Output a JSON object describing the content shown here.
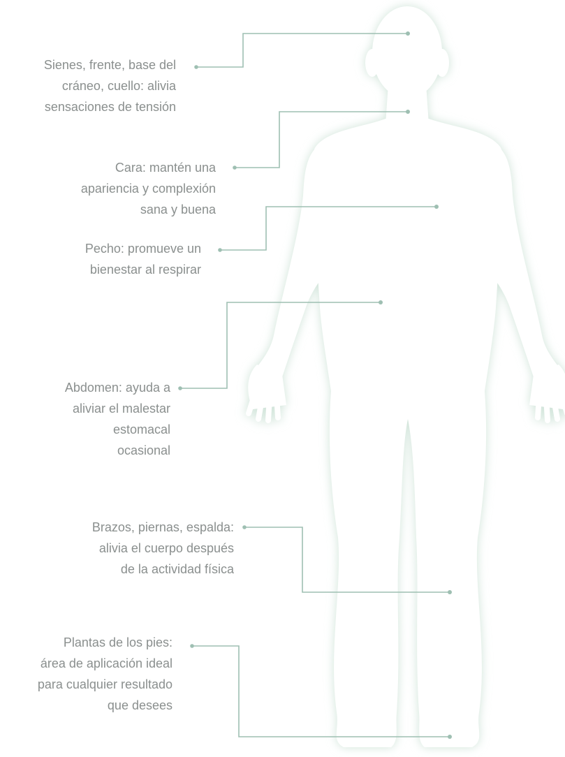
{
  "colors": {
    "background": "#ffffff",
    "body_fill": "#ffffff",
    "body_glow": "#cfe3d8",
    "leader_line": "#9ebfb2",
    "text": "#8a8f8e"
  },
  "annotations": [
    {
      "id": "temples-neck",
      "lines": [
        "Sienes, frente, base del",
        "cráneo, cuello: alivia",
        "sensaciones de tensión"
      ]
    },
    {
      "id": "face",
      "lines": [
        "Cara: mantén una",
        "apariencia y complexión",
        "sana  y buena"
      ]
    },
    {
      "id": "chest",
      "lines": [
        "Pecho: promueve un",
        "bienestar al respirar"
      ]
    },
    {
      "id": "abdomen",
      "lines": [
        "Abdomen: ayuda a",
        "aliviar el malestar",
        "estomacal",
        "ocasional"
      ]
    },
    {
      "id": "arms-legs-back",
      "lines": [
        "Brazos, piernas, espalda:",
        "alivia el cuerpo después",
        "de la actividad física"
      ]
    },
    {
      "id": "soles",
      "lines": [
        "Plantas de los pies:",
        "área de aplicación ideal",
        "para cualquier resultado",
        "que desees"
      ]
    }
  ]
}
